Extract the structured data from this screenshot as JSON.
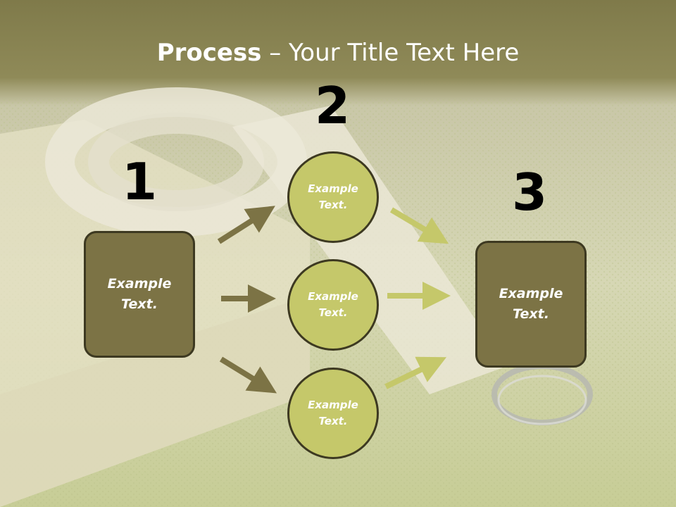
{
  "title": {
    "bold": "Process",
    "rest": " – Your Title Text Here"
  },
  "steps": {
    "one": "1",
    "two": "2",
    "three": "3"
  },
  "left_box": {
    "line1": "Example",
    "line2": "Text."
  },
  "circles": [
    {
      "line1": "Example",
      "line2": "Text."
    },
    {
      "line1": "Example",
      "line2": "Text."
    },
    {
      "line1": "Example",
      "line2": "Text."
    }
  ],
  "right_box": {
    "line1": "Example",
    "line2": "Text."
  },
  "colors": {
    "box_fill": "#7c7345",
    "circle_fill": "#c5c86a",
    "arrow_dark": "#7c7345",
    "arrow_light": "#c5c86a",
    "border": "#3d3921"
  }
}
